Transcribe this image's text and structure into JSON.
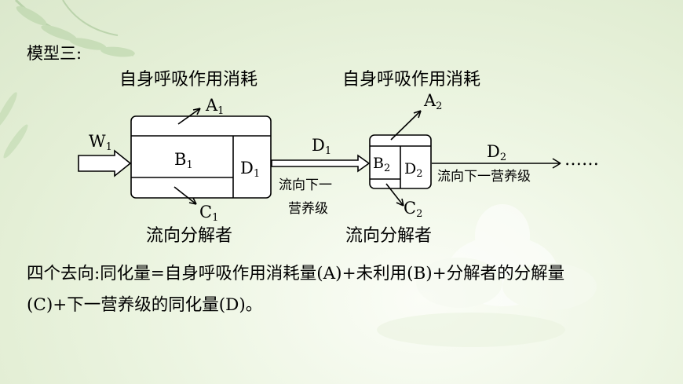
{
  "heading": "模型三:",
  "consume_label_1": "自身呼吸作用消耗",
  "consume_label_2": "自身呼吸作用消耗",
  "decompose_label_1": "流向分解者",
  "decompose_label_2": "流向分解者",
  "next_level_label_1": "流向下一",
  "next_level_label_2": "营养级",
  "next_level_label_3": "流向下一营养级",
  "ellipsis": "……",
  "vars": {
    "W": "W",
    "W_sub": "1",
    "A1": "A",
    "A1_sub": "1",
    "B1": "B",
    "B1_sub": "1",
    "C1": "C",
    "C1_sub": "1",
    "D1": "D",
    "D1_sub": "1",
    "D1_arrow": "D",
    "D1_arrow_sub": "1",
    "A2": "A",
    "A2_sub": "2",
    "B2": "B",
    "B2_sub": "2",
    "C2": "C",
    "C2_sub": "2",
    "D2": "D",
    "D2_sub": "2",
    "D2_arrow": "D",
    "D2_arrow_sub": "2"
  },
  "summary_line_1": "四个去向:同化量=自身呼吸作用消耗量(A)+未利用(B)+分解者的分解量",
  "summary_line_2": "(C)+下一营养级的同化量(D)。"
}
